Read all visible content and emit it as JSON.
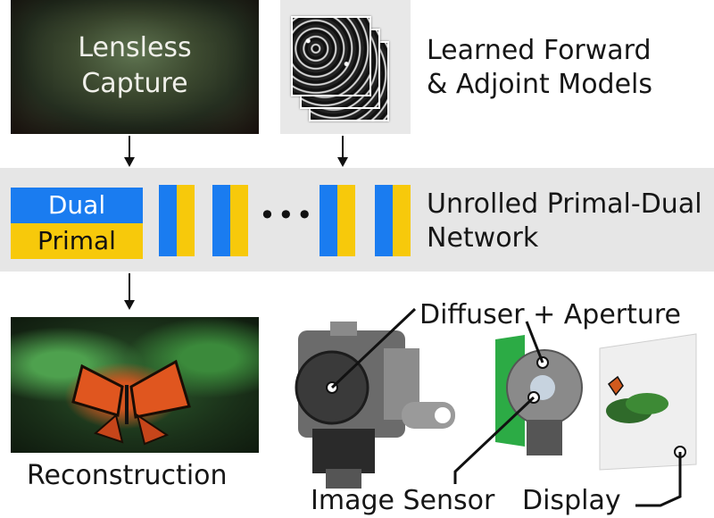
{
  "top": {
    "capture_line1": "Lensless",
    "capture_line2": "Capture",
    "models_line1": "Learned Forward",
    "models_line2": "& Adjoint Models"
  },
  "network": {
    "dual_label": "Dual",
    "primal_label": "Primal",
    "ellipsis": "•••",
    "title_line1": "Unrolled Primal-Dual",
    "title_line2": "Network"
  },
  "bottom": {
    "reconstruction_label": "Reconstruction",
    "diffuser_label": "Diffuser + Aperture",
    "sensor_label": "Image Sensor",
    "display_label": "Display"
  },
  "colors": {
    "dual": "#1a7cf0",
    "primal": "#f7c90b",
    "band": "#e6e6e6"
  }
}
